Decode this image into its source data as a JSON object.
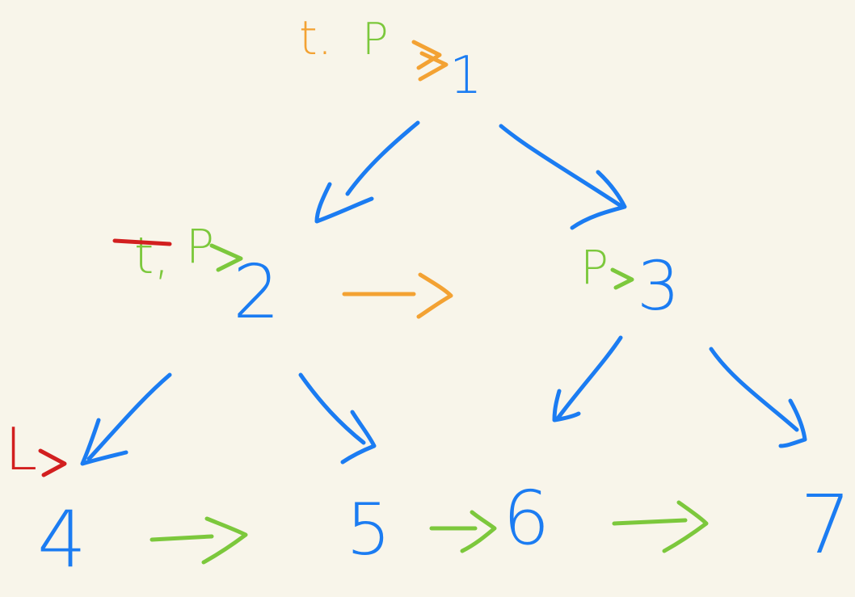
{
  "colors": {
    "background": "#f8f5ea",
    "blue": "#1b7cf2",
    "green": "#7cc83c",
    "orange": "#f3a233",
    "red": "#d21f1f"
  },
  "nodes": {
    "n1": "1",
    "n2": "2",
    "n3": "3",
    "n4": "4",
    "n5": "5",
    "n6": "6",
    "n7": "7"
  },
  "annotations": {
    "root_t": "t.",
    "root_p": "P",
    "node2_t": "t,",
    "node2_p": "P",
    "node3_p": "P",
    "node4_l": "L"
  }
}
